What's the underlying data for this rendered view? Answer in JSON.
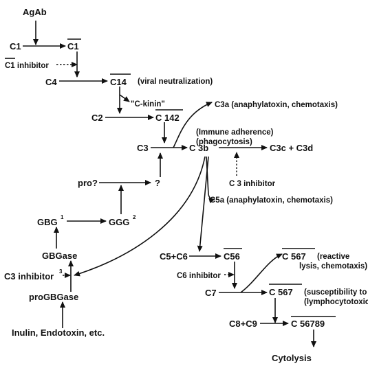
{
  "nodes": {
    "agab": "AgAb",
    "c1": "C1",
    "c1_bar": "C1",
    "c1_inhibitor": "C1 inhibitor",
    "c1_inhibitor_prefix": "C1",
    "c1_inhibitor_suffix": " inhibitor",
    "c4": "C4",
    "c14": "C14",
    "c14_note": "(viral neutralization)",
    "c_kinin": "\"C-kinin\"",
    "c2": "C2",
    "c142": "C 142",
    "c3a": "C3a (anaphylatoxin, chemotaxis)",
    "immune_adherence_1": "(Immune adherence)",
    "immune_adherence_2": "(phagocytosis)",
    "c3": "C3",
    "c3b": "C 3b",
    "c3c_c3d": "C3c + C3d",
    "c3_inhibitor": "C 3 inhibitor",
    "pro": "pro?",
    "question": "?",
    "c5a": "C5a (anaphylatoxin, chemotaxis)",
    "gbg": "GBG",
    "gbg_sup": "1",
    "ggg": "GGG",
    "ggg_sup": "2",
    "gbgase": "GBGase",
    "c3_inhibitor3": "C3 inhibitor",
    "c3_inhibitor3_sup": "3",
    "progbgase": "proGBGase",
    "inulin": "Inulin, Endotoxin, etc.",
    "c5_c6": "C5+C6",
    "c56": "C56",
    "c6_inhibitor": "C6 inhibitor",
    "c7": "C7",
    "c567_reactive": "C 567",
    "c567_reactive_note_1": "(reactive",
    "c567_reactive_note_2": "lysis, chemotaxis)",
    "c567_suscept": "C 567",
    "c567_suscept_note_1": "(susceptibility to",
    "c567_suscept_note_2": "(lymphocytotoxicity)",
    "c8_c9": "C8+C9",
    "c56789": "C 56789",
    "cytolysis": "Cytolysis"
  }
}
